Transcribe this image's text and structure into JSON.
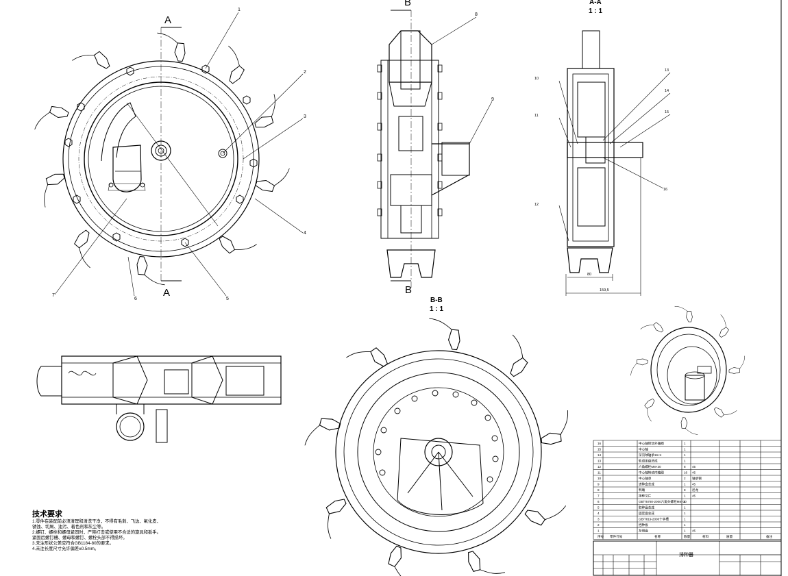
{
  "sheet": {
    "section_label_a": "A",
    "section_label_b": "B",
    "view_aa_title": "A-A",
    "view_aa_scale": "1 : 1",
    "view_bb_title": "B-B",
    "view_bb_scale": "1 : 1",
    "callouts": [
      "1",
      "2",
      "3",
      "4",
      "5",
      "6",
      "7",
      "8",
      "9",
      "10",
      "11",
      "12",
      "13",
      "14",
      "15",
      "16"
    ],
    "dimensions": {
      "width_inner": "80",
      "width_total": "159,5"
    }
  },
  "tech_requirements": {
    "title": "技术要求",
    "lines": [
      "1.零件在装配前必须清理和清洗干净，不得有毛刺、飞边、氧化皮、",
      "   锈蚀、切屑、油污、着色剂和灰尘等。",
      "2.螺钉、螺栓和螺母紧固时，严禁打击或使用不合适的旋具和扳手。",
      "   紧固后螺钉槽、螺母和螺钉、螺栓头部不得损坏。",
      "3.未注形状公差应符合GB1184-80的要求。",
      "4.未注长度尺寸允许偏差±0.5mm。"
    ]
  },
  "bom": {
    "rows": [
      {
        "no": "16",
        "name": "中心轴转动外轴圈",
        "qty": "1",
        "material": ""
      },
      {
        "no": "15",
        "name": "中心轴",
        "qty": "1",
        "material": ""
      },
      {
        "no": "14",
        "name": "深沟球轴承16×4",
        "qty": "1",
        "material": ""
      },
      {
        "no": "13",
        "name": "轨道定盘总成",
        "qty": "1",
        "material": ""
      },
      {
        "no": "12",
        "name": "六角螺栓M8×30",
        "qty": "8",
        "material": "45"
      },
      {
        "no": "11",
        "name": "中心轴转动内轴圈",
        "qty": "16",
        "material": "45"
      },
      {
        "no": "10",
        "name": "中心轴承",
        "qty": "2",
        "material": "轴承钢"
      },
      {
        "no": "9",
        "name": "进种盒总成",
        "qty": "1",
        "material": "45"
      },
      {
        "no": "8",
        "name": "鸭嘴",
        "qty": "8",
        "material": "尼龙"
      },
      {
        "no": "7",
        "name": "排种叉片",
        "qty": "1",
        "material": "45"
      },
      {
        "no": "6",
        "name": "GB/T5780-2000六角头螺栓M8×30",
        "qty": "1",
        "material": ""
      },
      {
        "no": "5",
        "name": "取种盘总成",
        "qty": "1",
        "material": ""
      },
      {
        "no": "4",
        "name": "固定盘总成",
        "qty": "1",
        "material": ""
      },
      {
        "no": "3",
        "name": "GB/T819-2000十字槽",
        "qty": "1",
        "material": ""
      },
      {
        "no": "2",
        "name": "挡种板",
        "qty": "1",
        "material": ""
      },
      {
        "no": "1",
        "name": "左侧盘",
        "qty": "1",
        "material": "45"
      }
    ],
    "header": {
      "no": "序号",
      "code": "零件代号",
      "name": "名称",
      "qty": "数量",
      "material": "材料",
      "mass": "质量",
      "note": "备注"
    },
    "title_block_name": "排种器"
  }
}
